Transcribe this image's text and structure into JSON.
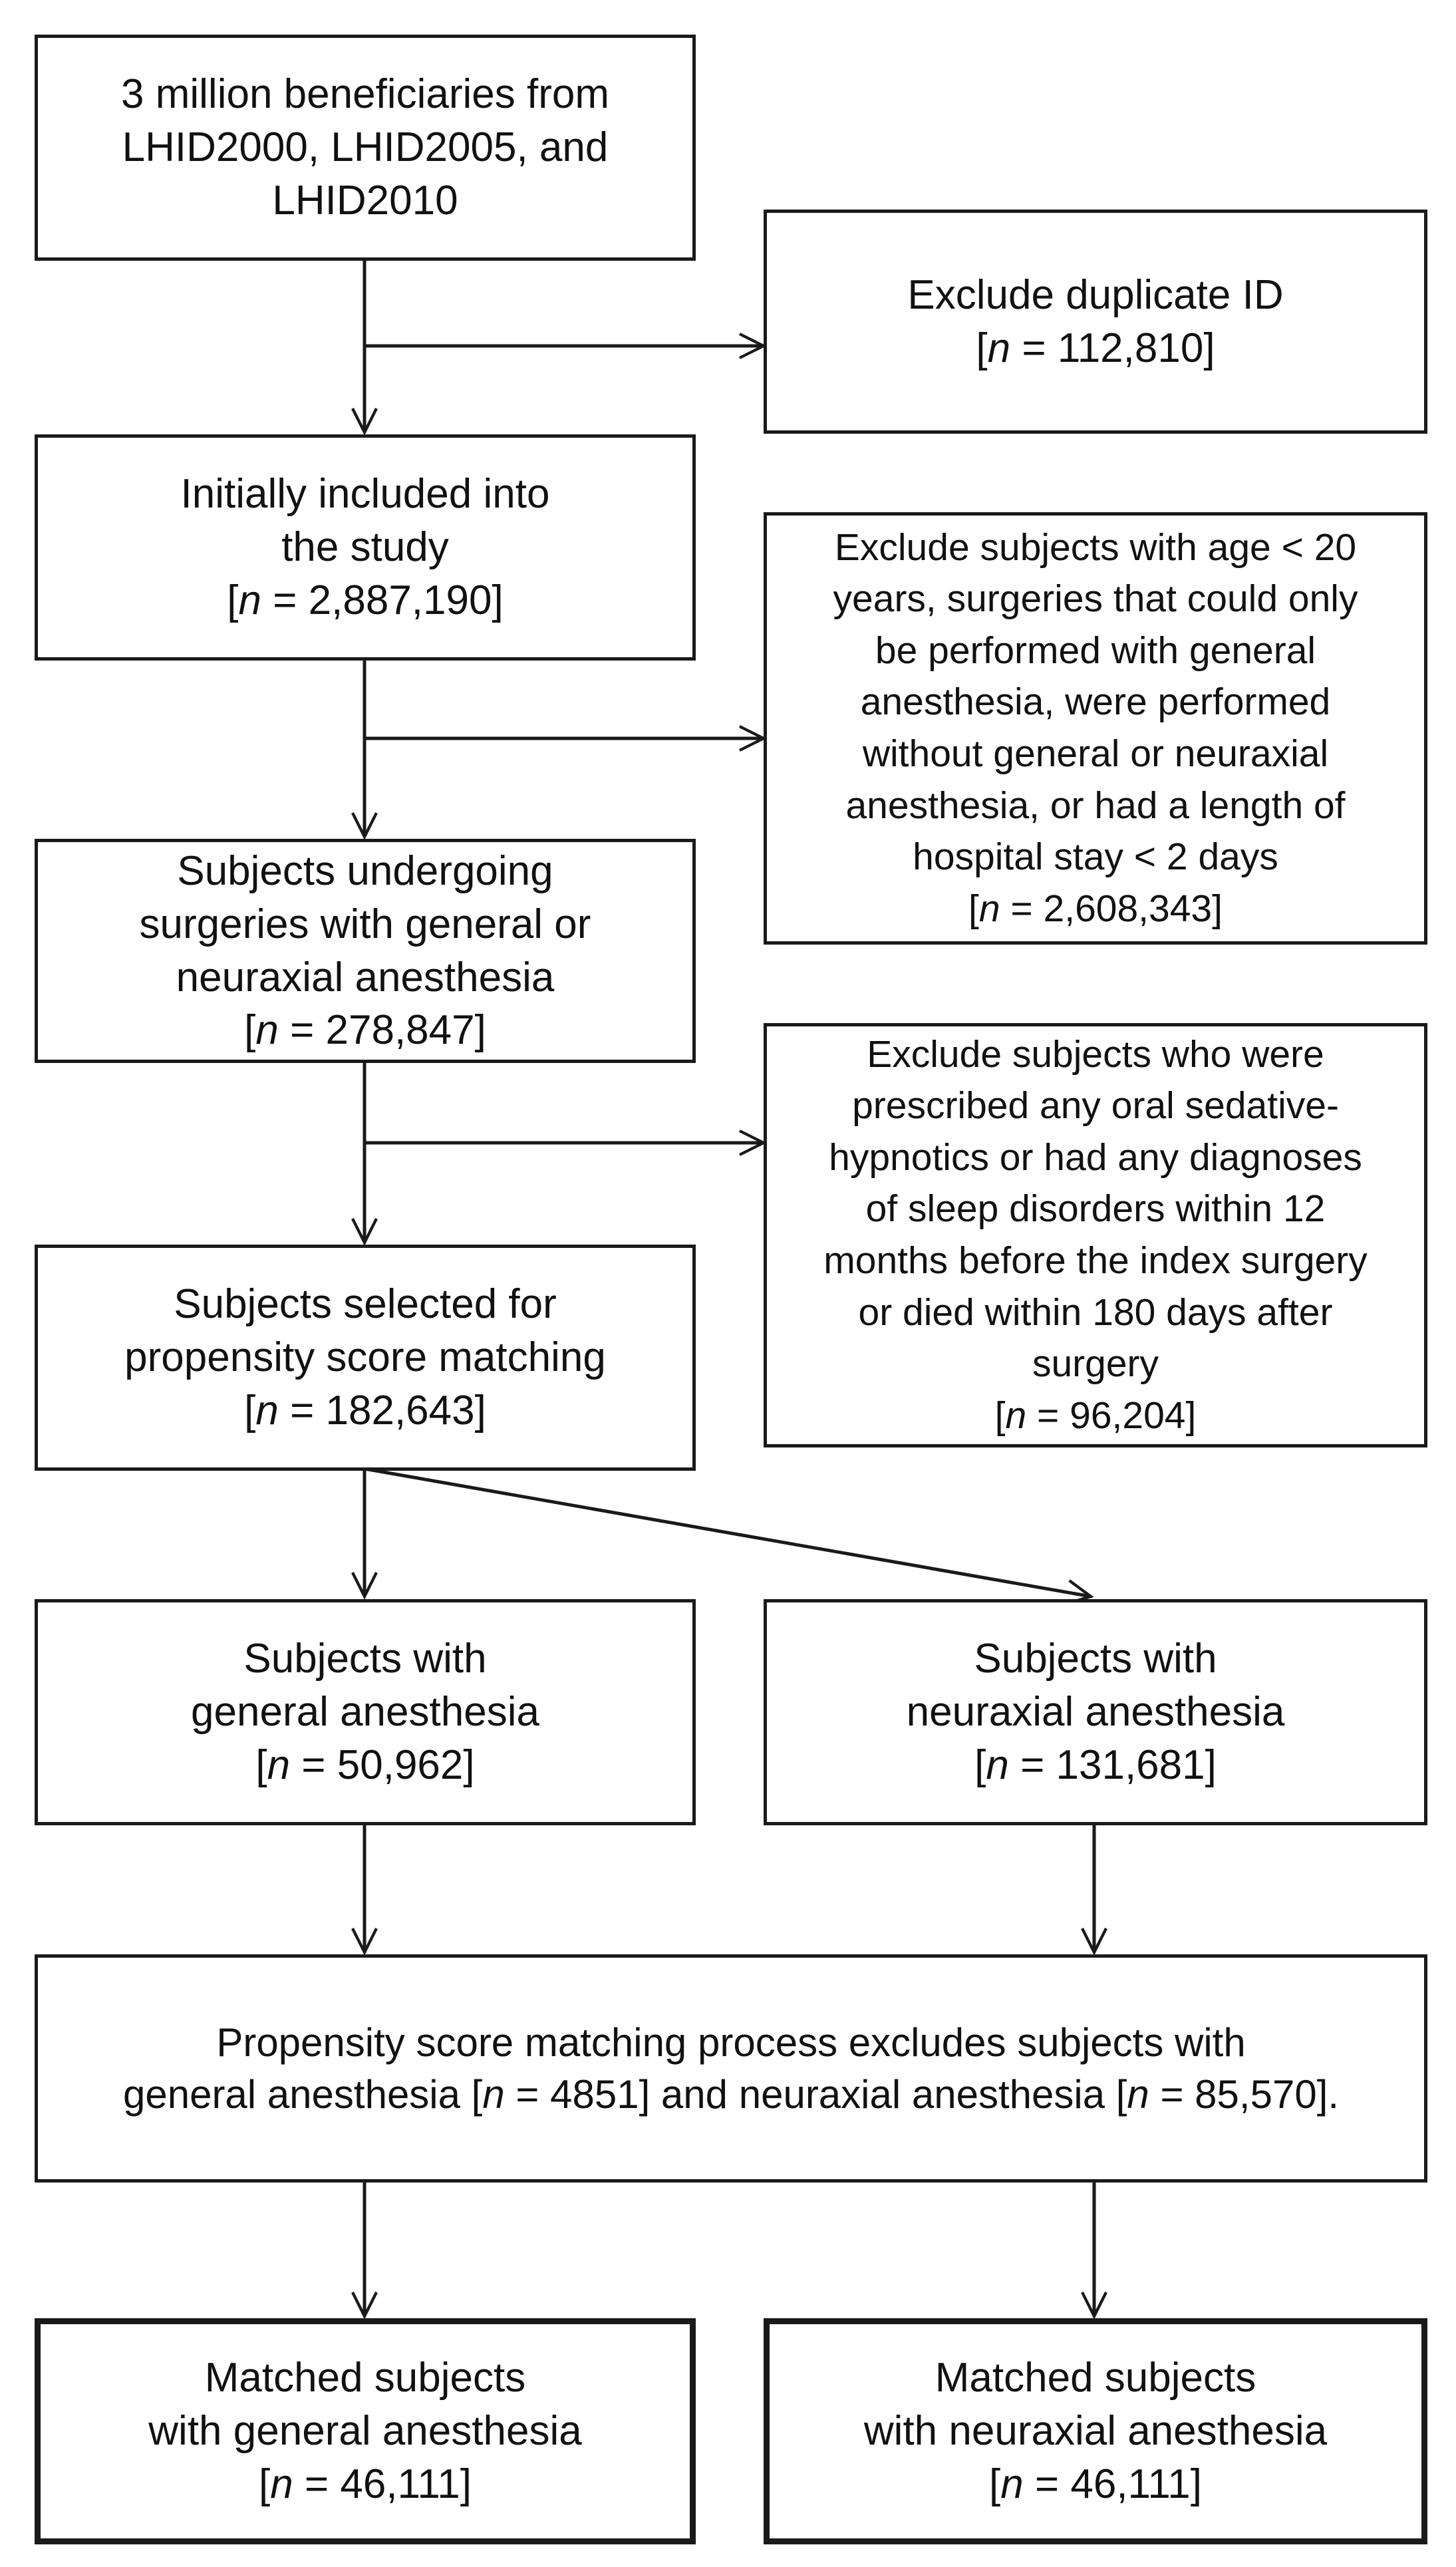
{
  "boxes": {
    "source": {
      "lines": [
        "3 million beneficiaries from",
        "LHID2000, LHID2005, and",
        "LHID2010"
      ]
    },
    "exclude_duplicate": {
      "lines": [
        "Exclude duplicate ID"
      ],
      "count": "112,810"
    },
    "initially_included": {
      "lines": [
        "Initially included into",
        "the study"
      ],
      "count": "2,887,190"
    },
    "exclude_age": {
      "lines": [
        "Exclude subjects with age < 20",
        "years, surgeries that could only",
        "be performed with general",
        "anesthesia, were performed",
        "without general or neuraxial",
        "anesthesia, or had a length of",
        "hospital stay < 2 days"
      ],
      "count": "2,608,343"
    },
    "undergoing_surgery": {
      "lines": [
        "Subjects undergoing",
        "surgeries with general or",
        "neuraxial anesthesia"
      ],
      "count": "278,847"
    },
    "exclude_sedative": {
      "lines": [
        "Exclude subjects who were",
        "prescribed any oral sedative-",
        "hypnotics or had any diagnoses",
        "of sleep disorders within 12",
        "months before the index surgery",
        "or died within 180 days after",
        "surgery"
      ],
      "count": "96,204"
    },
    "selected_psm": {
      "lines": [
        "Subjects selected for",
        "propensity score matching"
      ],
      "count": "182,643"
    },
    "general": {
      "lines": [
        "Subjects with",
        "general anesthesia"
      ],
      "count": "50,962"
    },
    "neuraxial": {
      "lines": [
        "Subjects with",
        "neuraxial anesthesia"
      ],
      "count": "131,681"
    },
    "psm_process": {
      "line1": "Propensity score matching process excludes subjects with",
      "line2_a": "general anesthesia [",
      "line2_b": " = 4851] and neuraxial anesthesia [",
      "line2_c": " = 85,570]."
    },
    "matched_general": {
      "lines": [
        "Matched subjects",
        "with general anesthesia"
      ],
      "count": "46,111"
    },
    "matched_neuraxial": {
      "lines": [
        "Matched subjects",
        "with neuraxial anesthesia"
      ],
      "count": "46,111"
    }
  },
  "count_symbol": "n",
  "count_prefix": "[",
  "count_middle": " = ",
  "count_suffix": "]"
}
